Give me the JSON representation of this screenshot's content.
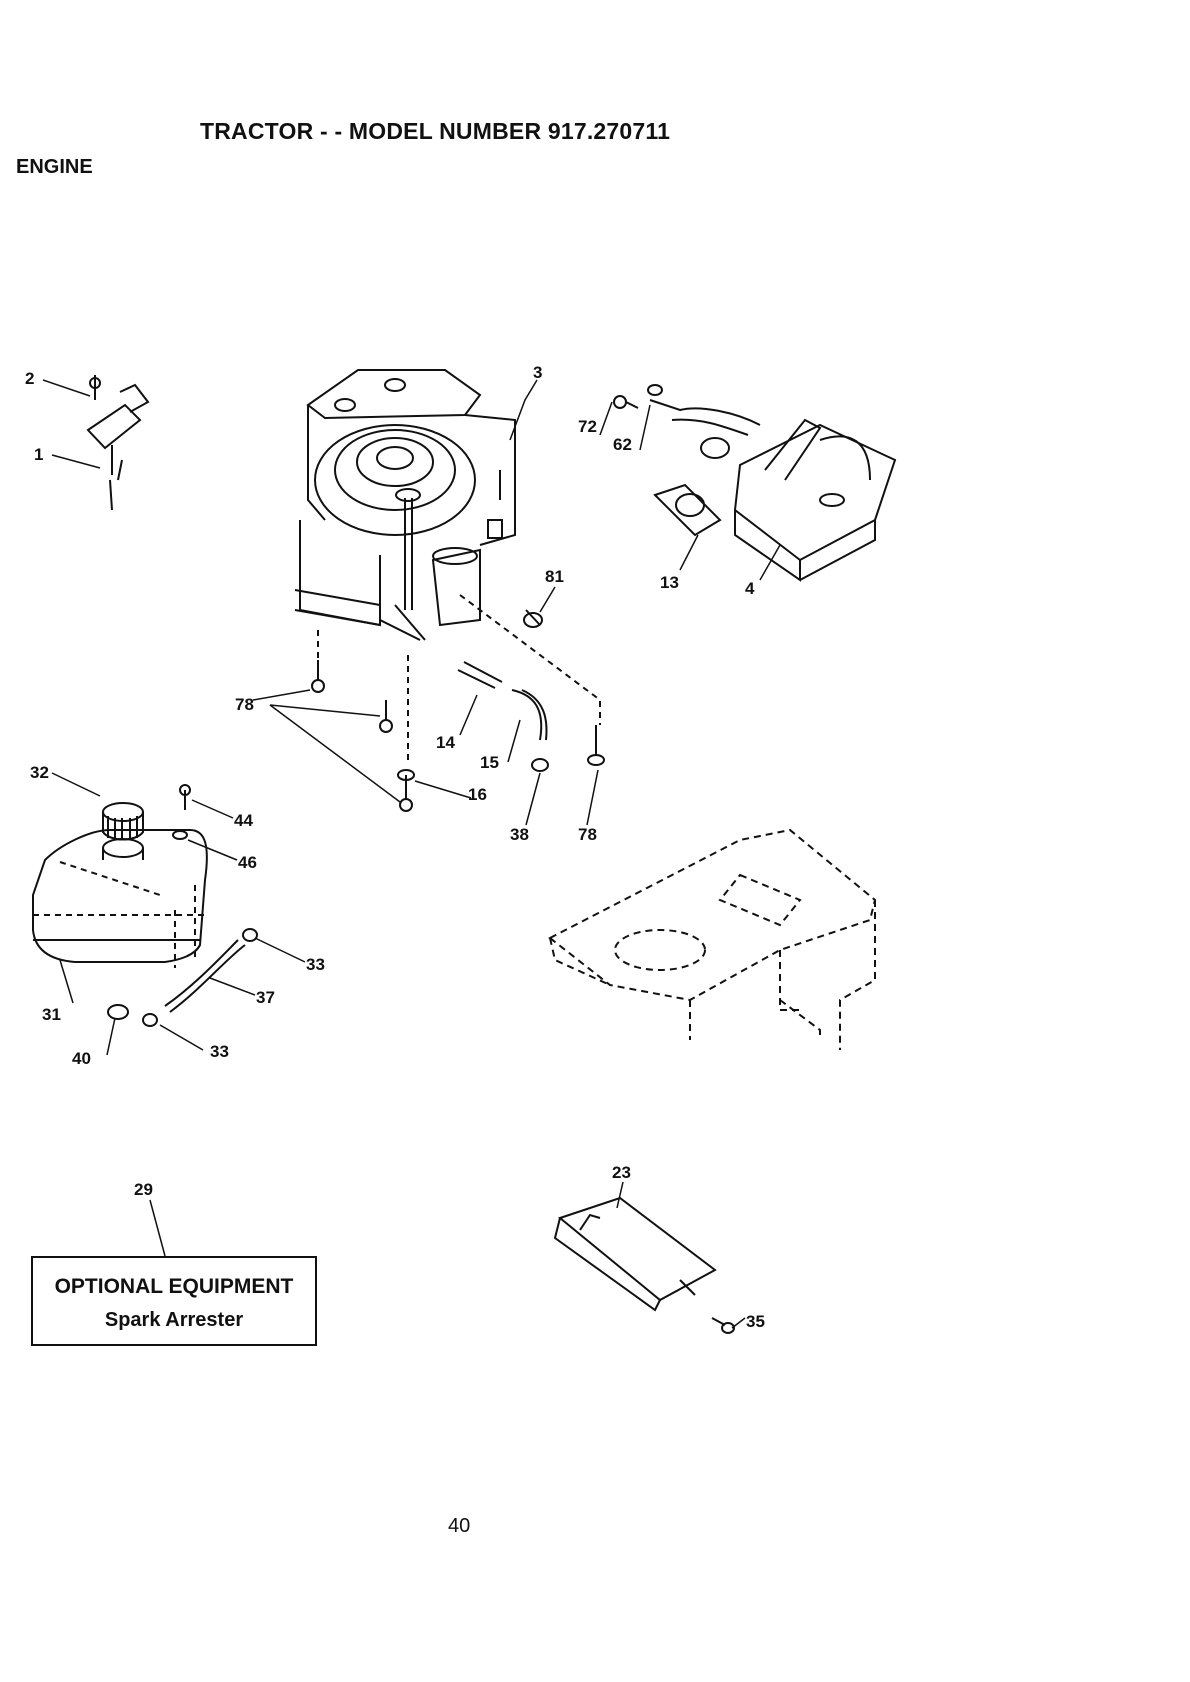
{
  "header": {
    "title": "TRACTOR - - MODEL NUMBER 917.270711",
    "section": "ENGINE"
  },
  "callouts": [
    "2",
    "1",
    "3",
    "72",
    "62",
    "13",
    "4",
    "81",
    "78",
    "14",
    "15",
    "16",
    "38",
    "78",
    "32",
    "44",
    "46",
    "31",
    "33",
    "37",
    "40",
    "33",
    "29",
    "23",
    "35"
  ],
  "optional_box": {
    "heading": "OPTIONAL EQUIPMENT",
    "item": "Spark Arrester"
  },
  "footer": {
    "page_number": "40"
  },
  "icons": [
    "throttle-control-icon",
    "engine-icon",
    "muffler-icon",
    "fuel-tank-icon",
    "chassis-frame-icon",
    "heat-shield-icon"
  ]
}
